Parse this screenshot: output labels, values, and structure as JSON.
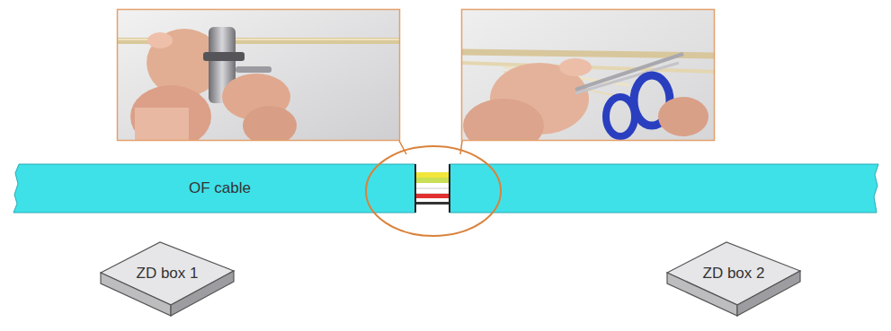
{
  "diagram": {
    "nodes": [
      {
        "text": [
          "OF cable"
        ]
      },
      {
        "text": [
          "ZD box 1"
        ]
      },
      {
        "text": [
          "ZD box 2"
        ]
      }
    ]
  }
}
